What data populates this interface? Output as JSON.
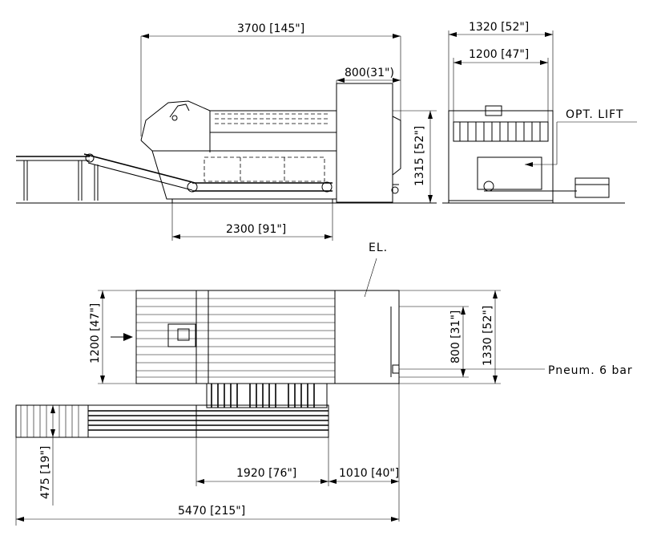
{
  "labels": {
    "opt_lift": "OPT. LIFT",
    "el": "EL.",
    "pneum": "Pneum. 6 bar"
  },
  "dimensions": {
    "side_length": "3700 [145\"]",
    "side_section": "800(31\")",
    "side_height": "1315 [52\"]",
    "side_base": "2300 [91\"]",
    "end_width_outer": "1320 [52\"]",
    "end_width_inner": "1200 [47\"]",
    "top_width": "1200 [47\"]",
    "top_section": "800 [31\"]",
    "top_width_outer": "1330 [52\"]",
    "conveyor_width": "475 [19\"]",
    "conveyor_len": "1920 [76\"]",
    "conveyor_offset": "1010 [40\"]",
    "total_length": "5470 [215\"]"
  }
}
